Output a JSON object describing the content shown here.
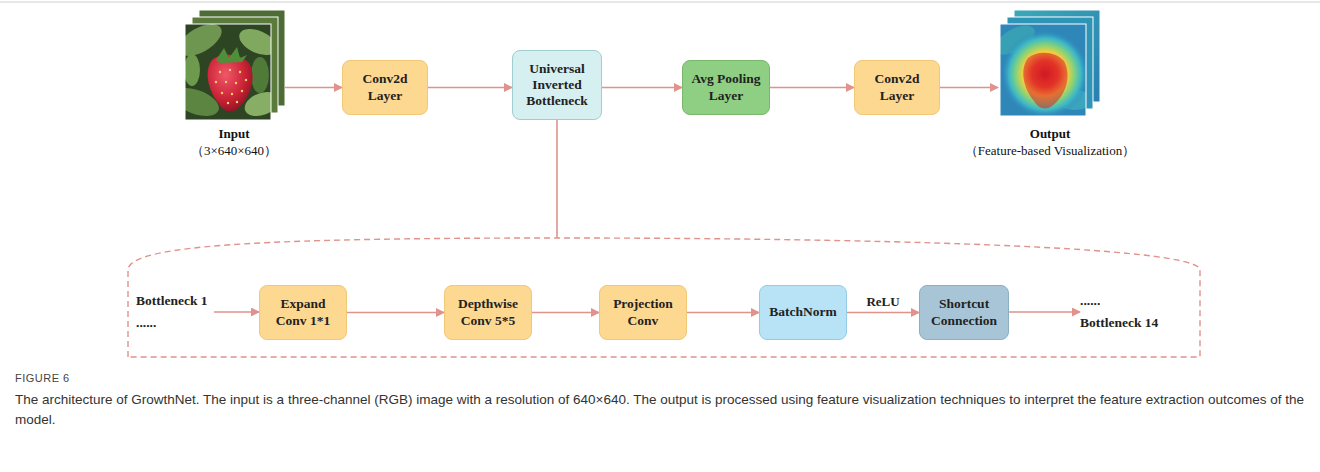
{
  "diagram": {
    "caption": "The architecture of GrowthNet. The input is a three-channel (RGB) image with a resolution of 640×640. The output is processed using feature visualization techniques to interpret the feature extraction outcomes of the model.",
    "nodes": [
      {
        "text": [
          "Input",
          "（3×640×640）"
        ]
      },
      {
        "text": [
          "Conv2d Layer"
        ]
      },
      {
        "text": [
          "Universal Inverted Bottleneck"
        ]
      },
      {
        "text": [
          "Avg Pooling Layer"
        ]
      },
      {
        "text": [
          "Conv2d Layer"
        ]
      },
      {
        "text": [
          "Output",
          "（Feature-based Visualization）"
        ]
      },
      {
        "text": [
          "Bottleneck 1",
          "......"
        ]
      },
      {
        "text": [
          "Expand Conv 1*1"
        ]
      },
      {
        "text": [
          "Depthwise Conv 5*5"
        ]
      },
      {
        "text": [
          "Projection Conv"
        ]
      },
      {
        "text": [
          "BatchNorm"
        ]
      },
      {
        "text": [
          "Shortcut Connection"
        ]
      },
      {
        "text": [
          "......",
          "Bottleneck 14"
        ]
      }
    ],
    "edges": [
      {
        "from": 0,
        "to": 1,
        "arrow": "to"
      },
      {
        "from": 1,
        "to": 2,
        "arrow": "to"
      },
      {
        "from": 2,
        "to": 3,
        "arrow": "to"
      },
      {
        "from": 3,
        "to": 4,
        "arrow": "to"
      },
      {
        "from": 4,
        "to": 5,
        "arrow": "to"
      },
      {
        "from": 6,
        "to": 7,
        "arrow": "to"
      },
      {
        "from": 7,
        "to": 8,
        "arrow": "to"
      },
      {
        "from": 8,
        "to": 9,
        "arrow": "to"
      },
      {
        "from": 9,
        "to": 10,
        "arrow": "to"
      },
      {
        "from": 10,
        "to": 11,
        "label": "ReLU",
        "arrow": "to"
      },
      {
        "from": 11,
        "to": 12,
        "arrow": "to"
      }
    ],
    "labels": [
      "FIGURE 6"
    ]
  }
}
